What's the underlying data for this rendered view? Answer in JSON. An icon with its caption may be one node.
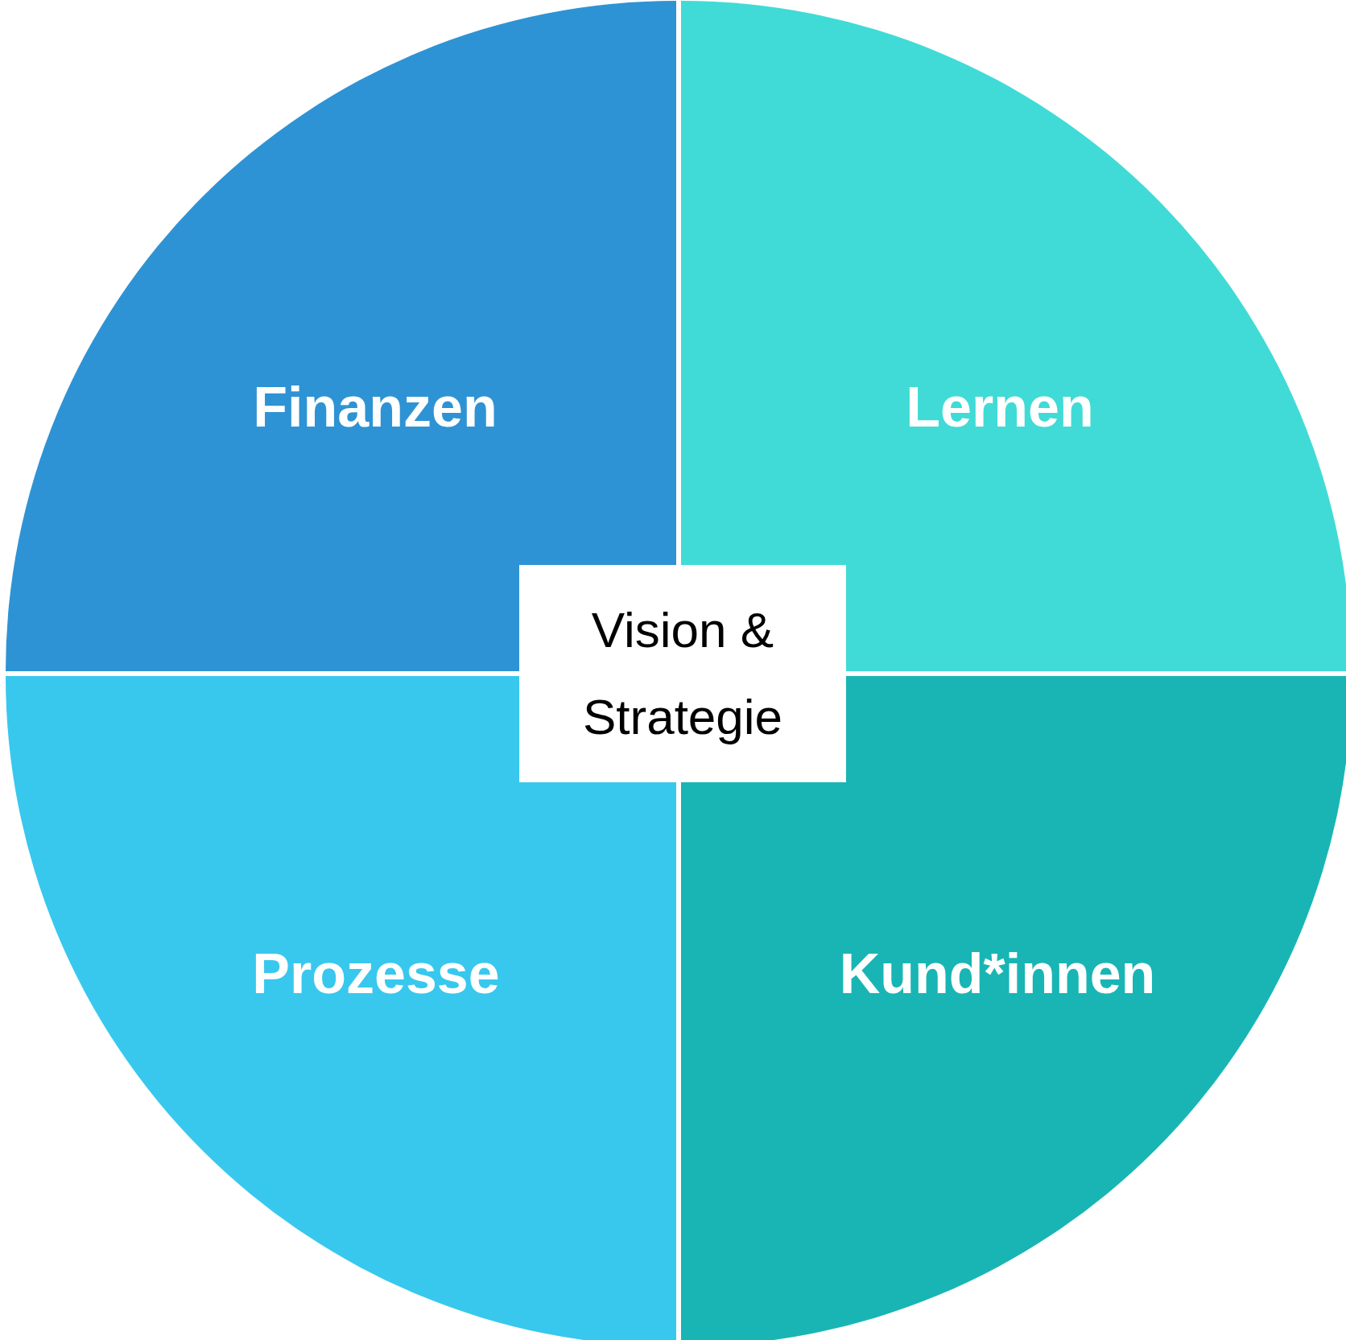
{
  "diagram": {
    "nodes": [
      {
        "text": [
          "Finanzen"
        ]
      },
      {
        "text": [
          "Lernen"
        ]
      },
      {
        "text": [
          "Vision & Strategie"
        ]
      },
      {
        "text": [
          "Prozesse"
        ]
      },
      {
        "text": [
          "Kund*innen"
        ]
      }
    ],
    "edges": []
  }
}
